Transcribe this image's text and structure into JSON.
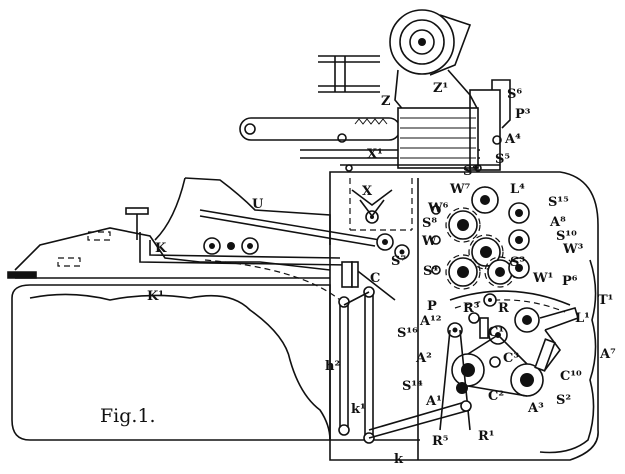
{
  "figure": {
    "caption": "Fig.1.",
    "labels": {
      "Z": "Z",
      "Z1": "Z¹",
      "S6": "S⁶",
      "P3": "P³",
      "A4": "A⁴",
      "S5": "S⁵",
      "X1": "X¹",
      "X": "X",
      "U": "U",
      "S9": "S⁹",
      "W7": "W⁷",
      "L4": "L⁴",
      "S15": "S¹⁵",
      "W6": "W⁶",
      "S8": "S⁸",
      "A8": "A⁸",
      "S10": "S¹⁰",
      "W": "W",
      "W3": "W³",
      "K": "K",
      "S7": "S⁷",
      "C": "C",
      "S4": "S⁴",
      "S3": "S³",
      "W1": "W¹",
      "P6": "P⁶",
      "K1": "K¹",
      "P": "P",
      "T1": "T¹",
      "L1": "L¹",
      "S16": "S¹⁶",
      "A12": "A¹²",
      "R3": "R³",
      "R": "R",
      "C1": "C¹",
      "A7": "A⁷",
      "A2": "A²",
      "C3": "C³",
      "C10": "C¹⁰",
      "h2": "h²",
      "S14": "S¹⁴",
      "A1": "A¹",
      "C2": "C²",
      "A3": "A³",
      "S2": "S²",
      "k1": "k¹",
      "R5": "R⁵",
      "R1": "R¹",
      "k": "k"
    }
  }
}
